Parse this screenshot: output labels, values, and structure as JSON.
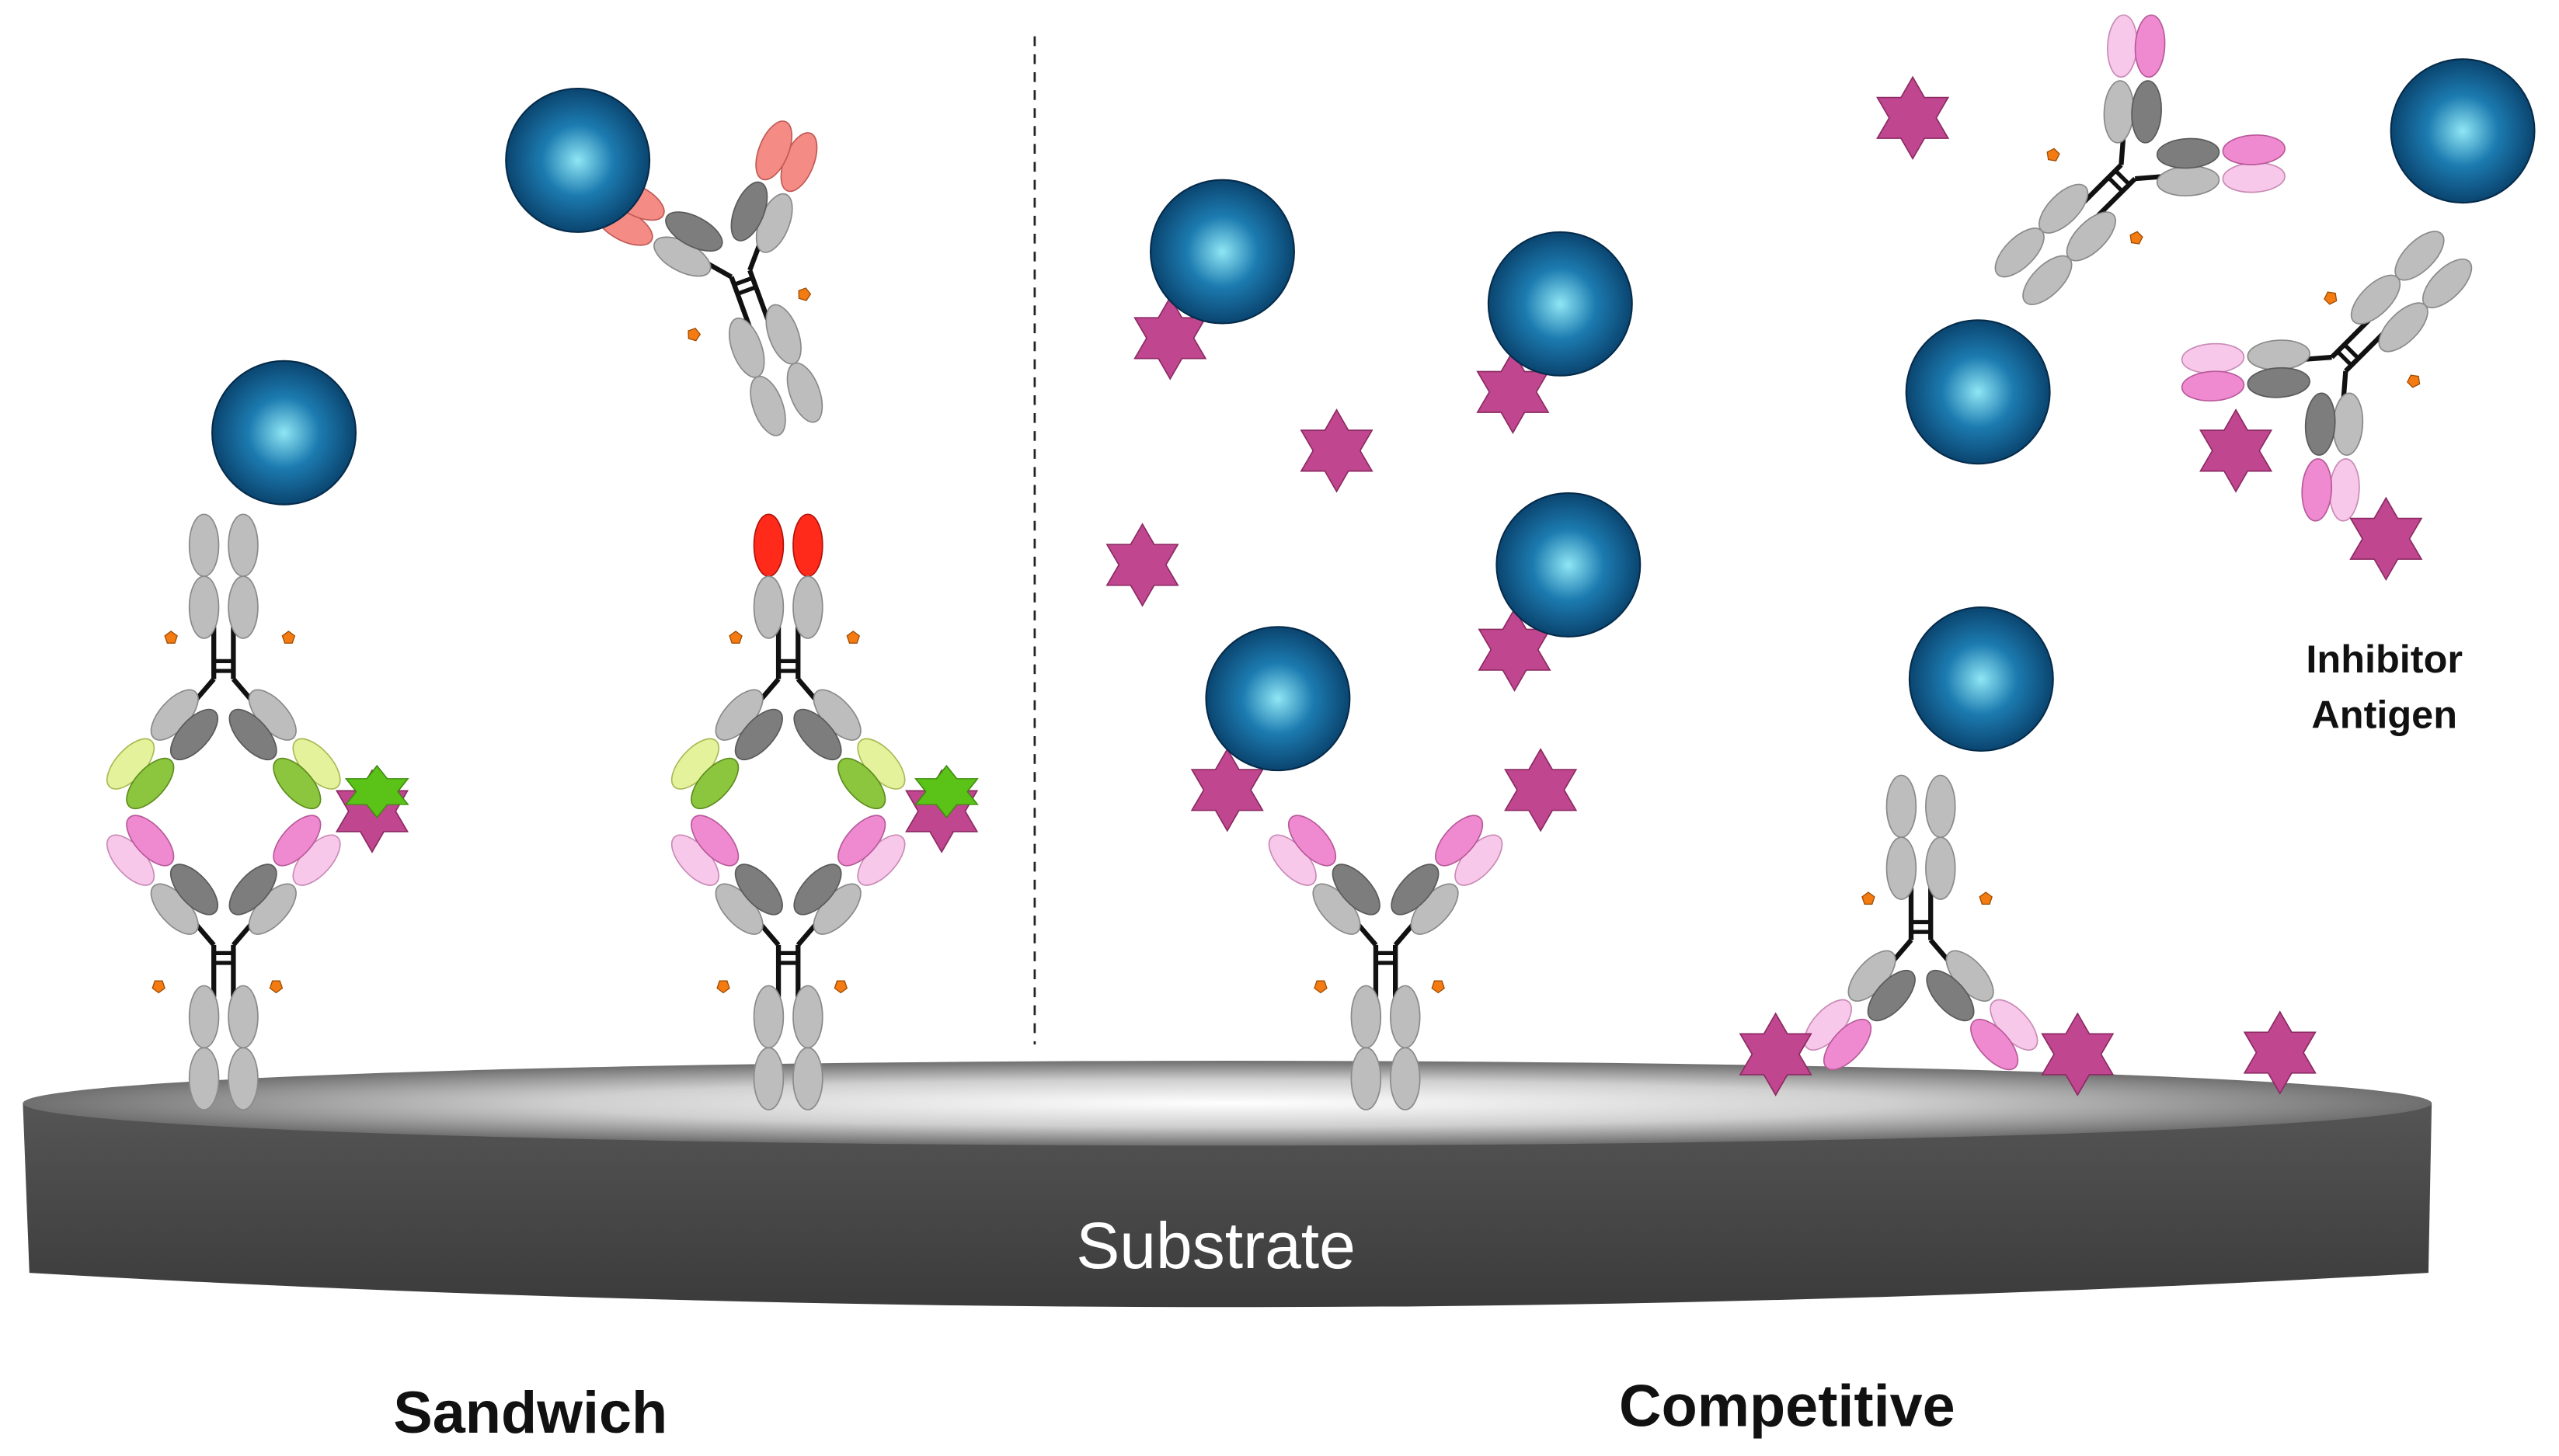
{
  "labels": {
    "substrate": "Substrate",
    "sandwich": "Sandwich",
    "competitive": "Competitive",
    "inhibitor_line1": "Inhibitor",
    "inhibitor_line2": "Antigen"
  },
  "colors": {
    "background": "#ffffff",
    "substrate_side": "#474747",
    "substrate_top_edge": "#6f6f6f",
    "substrate_top_center": "#ffffff",
    "bead_light": "#8fe6f4",
    "bead_mid": "#1c7bb0",
    "bead_dark": "#073a63",
    "antigen_star": "#c0478f",
    "sandwich_antigen_star": "#5bc218",
    "domain_light_gray": "#bdbdbd",
    "domain_dark_gray": "#7d7d7d",
    "capture_variable_pink": "#f08ad0",
    "capture_variable_light_pink": "#f8c8ea",
    "secondary_variable_green": "#8cc63f",
    "secondary_variable_light_green": "#e4f39b",
    "red_variable": "#ff2a1a",
    "salmon_variable": "#f58b85",
    "glycan": "#f37b12"
  },
  "icons": [
    "gold-bead-icon",
    "antigen-star-icon",
    "antibody-icon",
    "glycan-icon"
  ]
}
